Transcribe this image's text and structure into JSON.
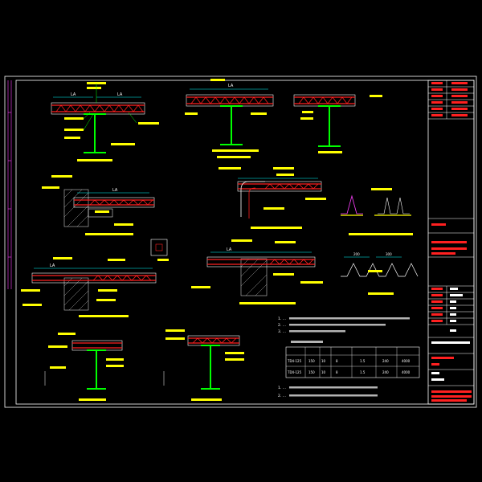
{
  "drawing": {
    "colors": {
      "background": "#000000",
      "frame": "#ffffff",
      "annotation": "#ffff00",
      "leader": "#00ff00",
      "steel": "#ff2020",
      "hatch": "#c8c8c8",
      "dimension": "#00ffff",
      "magenta": "#ff40ff"
    },
    "dimension_labels": {
      "la": "LA",
      "s200": "200",
      "s300": "300"
    },
    "note_lines": [
      "1. ...",
      "2. ...",
      "3. ..."
    ],
    "table": {
      "rows": [
        [
          "TD4-125",
          "150",
          "10",
          "8",
          "1.5",
          "240",
          "4000"
        ],
        [
          "TD4-125",
          "150",
          "10",
          "8",
          "1.5",
          "240",
          "4000"
        ]
      ]
    },
    "bottom_notes": [
      "1. ...",
      "2. ..."
    ]
  }
}
